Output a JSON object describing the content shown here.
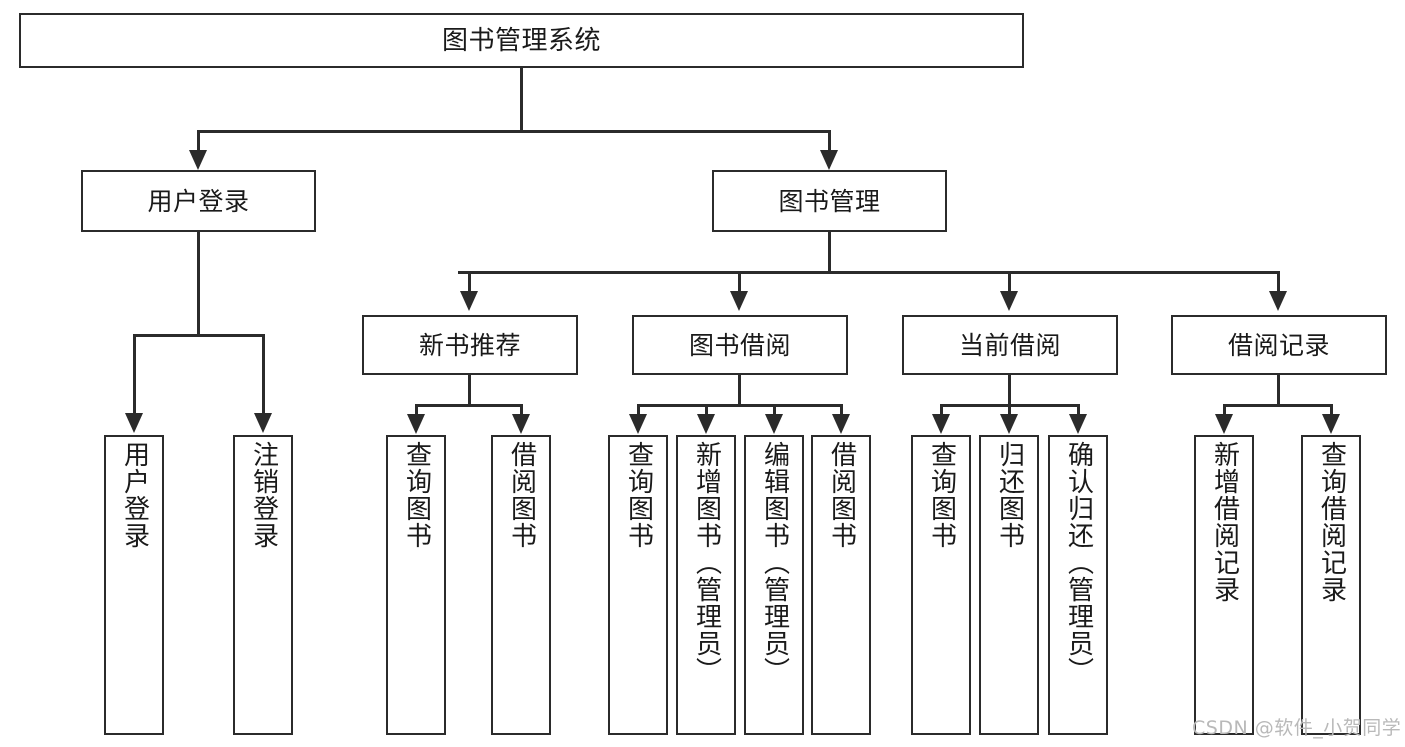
{
  "diagram": {
    "type": "tree",
    "title": "图书管理系统",
    "root": {
      "label": "图书管理系统"
    },
    "level2": [
      {
        "label": "用户登录"
      },
      {
        "label": "图书管理"
      }
    ],
    "level3": [
      {
        "label": "新书推荐"
      },
      {
        "label": "图书借阅"
      },
      {
        "label": "当前借阅"
      },
      {
        "label": "借阅记录"
      }
    ],
    "leaves": {
      "user_login": [
        {
          "label": "用户登录"
        },
        {
          "label": "注销登录"
        }
      ],
      "new_book_rec": [
        {
          "label": "查询图书"
        },
        {
          "label": "借阅图书"
        }
      ],
      "book_borrow": [
        {
          "label": "查询图书"
        },
        {
          "label": "新增图书（管理员）"
        },
        {
          "label": "编辑图书（管理员）"
        },
        {
          "label": "借阅图书"
        }
      ],
      "current_borrow": [
        {
          "label": "查询图书"
        },
        {
          "label": "归还图书"
        },
        {
          "label": "确认归还（管理员）"
        }
      ],
      "borrow_record": [
        {
          "label": "新增借阅记录"
        },
        {
          "label": "查询借阅记录"
        }
      ]
    }
  },
  "watermark": {
    "text": "CSDN @软件_小贺同学"
  },
  "colors": {
    "stroke": "#2b2b2b",
    "text": "#1a1a1a",
    "background": "#ffffff",
    "watermark": "#b9b9b9"
  }
}
